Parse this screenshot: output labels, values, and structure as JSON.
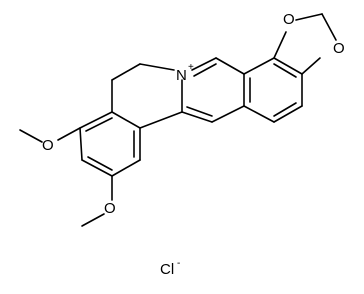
{
  "structure": {
    "atoms": {
      "nitrogen": "N",
      "nitrogen_charge": "+",
      "oxygen_dioxole_top": "O",
      "oxygen_dioxole_bottom": "O",
      "oxygen_methoxy_upper": "O",
      "oxygen_methoxy_lower": "O"
    },
    "counterion": {
      "symbol": "Cl",
      "charge": "-"
    }
  }
}
